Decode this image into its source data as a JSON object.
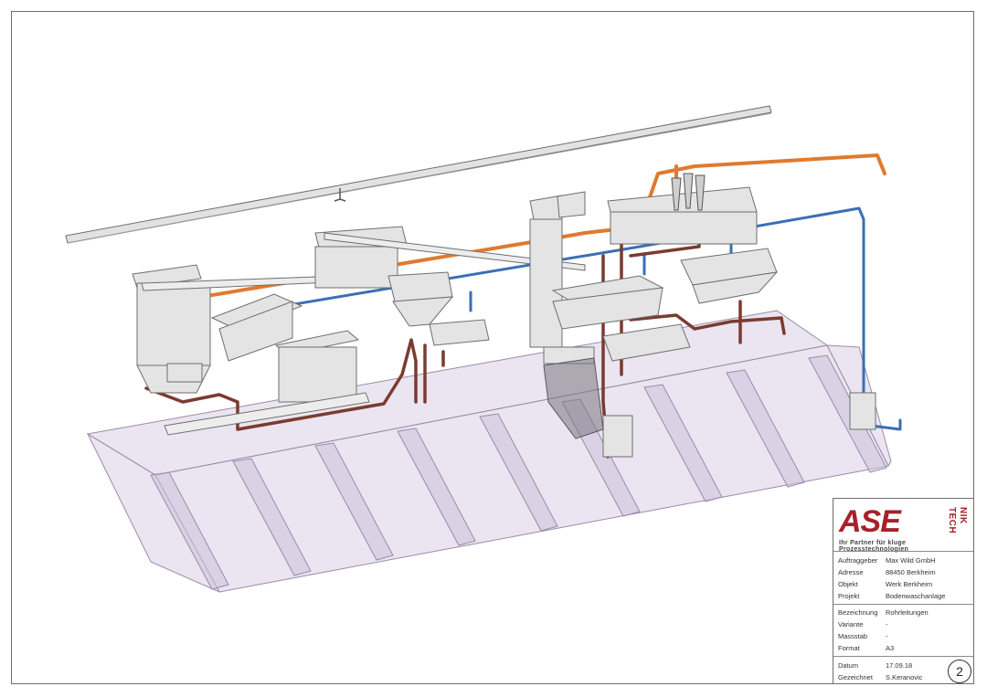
{
  "logo": {
    "main": "ASE",
    "side_top": "TECH",
    "side_bottom": "NIK",
    "tagline": "Ihr Partner für kluge Prozesstechnologien",
    "color": "#a8202a"
  },
  "project_info": [
    {
      "label": "Auftraggeber",
      "value": "Max Wild GmbH"
    },
    {
      "label": "Adresse",
      "value": "88450 Berkheim"
    },
    {
      "label": "Objekt",
      "value": "Werk Berkheim"
    },
    {
      "label": "Projekt",
      "value": "Bodenwaschanlage"
    }
  ],
  "drawing_info": [
    {
      "label": "Bezeichnung",
      "value": "Rohrleitungen"
    },
    {
      "label": "Variante",
      "value": "-"
    },
    {
      "label": "Massstab",
      "value": "-"
    },
    {
      "label": "Format",
      "value": "A3"
    }
  ],
  "revision_info": [
    {
      "label": "Datum",
      "value": "17.09.18"
    },
    {
      "label": "Gezeichnet",
      "value": "S.Keranovic"
    }
  ],
  "page_number": "2",
  "colors": {
    "pipe_orange": "#e07a2e",
    "pipe_blue": "#3a6fb5",
    "pipe_brown": "#7a3b30",
    "basin": "#cfc3dc",
    "basin_edge": "#9b8aaa",
    "machine": "#d9d9d9",
    "machine_edge": "#6e6e6e"
  }
}
